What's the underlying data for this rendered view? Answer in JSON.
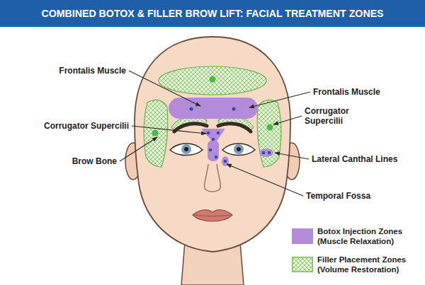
{
  "diagram": {
    "title": "COMBINED BOTOX & FILLER BROW LIFT: FACIAL TREATMENT ZONES",
    "labels": [
      "Frontalis Muscle",
      "Frontalis Muscle",
      "Corrugator Supercilii",
      "Corrugator Supercilii",
      "Brow Bone",
      "Lateral Canthal Lines",
      "Temporal Fossa"
    ],
    "legend": [
      {
        "text": "Botox Injection Zones (Muscle Relaxation)",
        "color": "#b48bd6"
      },
      {
        "text": "Filler Placement Zones (Volume Restoration)"
      }
    ]
  }
}
